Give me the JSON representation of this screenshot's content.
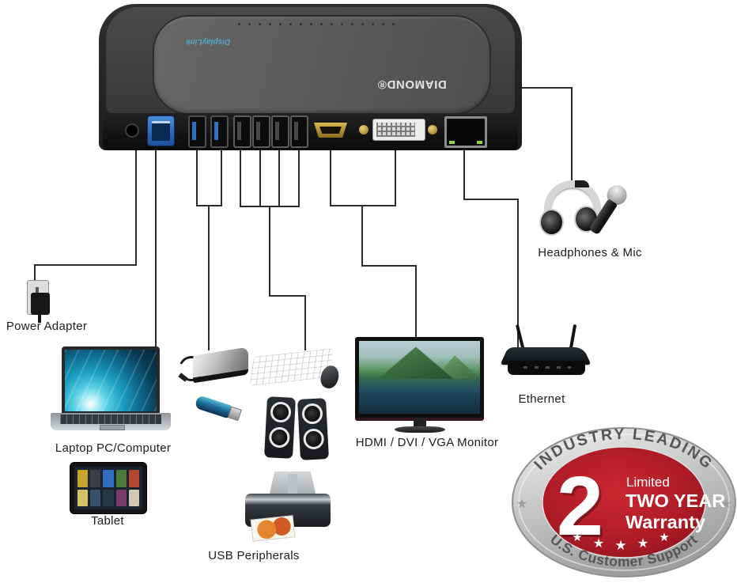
{
  "dock": {
    "brand": "DIAMOND®",
    "logo": "DisplayLink",
    "ports": [
      "DC power",
      "USB 3.0 Type-B host",
      "USB 3.0",
      "USB 3.0",
      "USB 2.0",
      "USB 2.0",
      "USB 2.0",
      "USB 2.0",
      "HDMI",
      "DVI",
      "Ethernet RJ45"
    ]
  },
  "labels": {
    "power_adapter": "Power Adapter",
    "laptop": "Laptop PC/Computer",
    "tablet": "Tablet",
    "usb_peripherals": "USB Peripherals",
    "monitor": "HDMI / DVI / VGA Monitor",
    "ethernet": "Ethernet",
    "headphones": "Headphones & Mic"
  },
  "badge": {
    "arc_top": "INDUSTRY LEADING",
    "number": "2",
    "limited": "Limited",
    "year": "TWO YEAR",
    "warranty": "Warranty",
    "arc_bottom": "U.S. Customer Support",
    "colors": {
      "red": "#b01f29",
      "silver": "#c9c9c9",
      "text_gray": "#555555"
    }
  }
}
